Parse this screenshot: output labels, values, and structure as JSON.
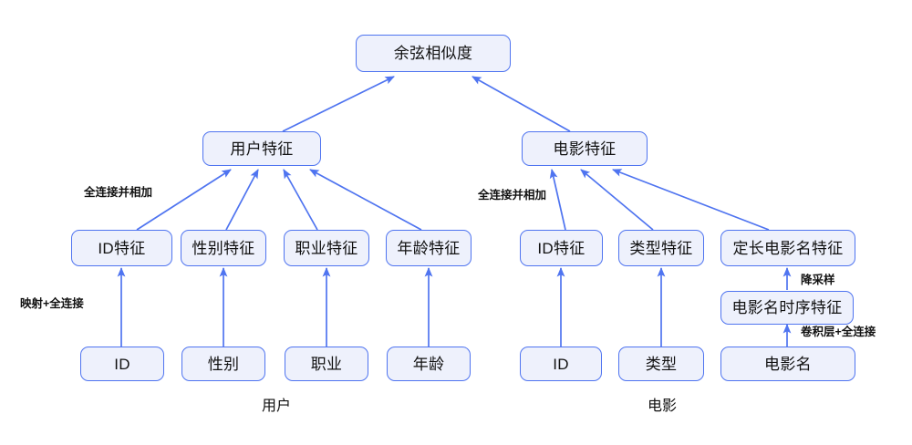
{
  "diagram": {
    "title_node": {
      "label": "余弦相似度"
    },
    "level2": [
      {
        "id": "user-features",
        "label": "用户特征"
      },
      {
        "id": "movie-features",
        "label": "电影特征"
      }
    ],
    "user_feature_nodes": [
      {
        "id": "user-id-feature",
        "label": "ID特征"
      },
      {
        "id": "user-gender-feature",
        "label": "性别特征"
      },
      {
        "id": "user-occupation-feature",
        "label": "职业特征"
      },
      {
        "id": "user-age-feature",
        "label": "年龄特征"
      }
    ],
    "movie_feature_nodes": [
      {
        "id": "movie-id-feature",
        "label": "ID特征"
      },
      {
        "id": "movie-genre-feature",
        "label": "类型特征"
      },
      {
        "id": "movie-title-fixed-feature",
        "label": "定长电影名特征"
      }
    ],
    "movie_title_seq_node": {
      "label": "电影名时序特征"
    },
    "user_input_nodes": [
      {
        "id": "user-id-input",
        "label": "ID"
      },
      {
        "id": "user-gender-input",
        "label": "性别"
      },
      {
        "id": "user-occupation-input",
        "label": "职业"
      },
      {
        "id": "user-age-input",
        "label": "年龄"
      }
    ],
    "movie_input_nodes": [
      {
        "id": "movie-id-input",
        "label": "ID"
      },
      {
        "id": "movie-genre-input",
        "label": "类型"
      },
      {
        "id": "movie-title-input",
        "label": "电影名"
      }
    ],
    "edge_labels": {
      "user_fc_sum": "全连接并相加",
      "movie_fc_sum": "全连接并相加",
      "user_embed_fc": "映射+全连接",
      "downsample": "降采样",
      "conv_fc": "卷积层+全连接"
    },
    "captions": {
      "user": "用户",
      "movie": "电影"
    },
    "colors": {
      "node_fill": "#eef1fc",
      "node_border": "#4f74f0",
      "edge": "#4f74f0",
      "text": "#111111",
      "background": "#ffffff"
    }
  }
}
